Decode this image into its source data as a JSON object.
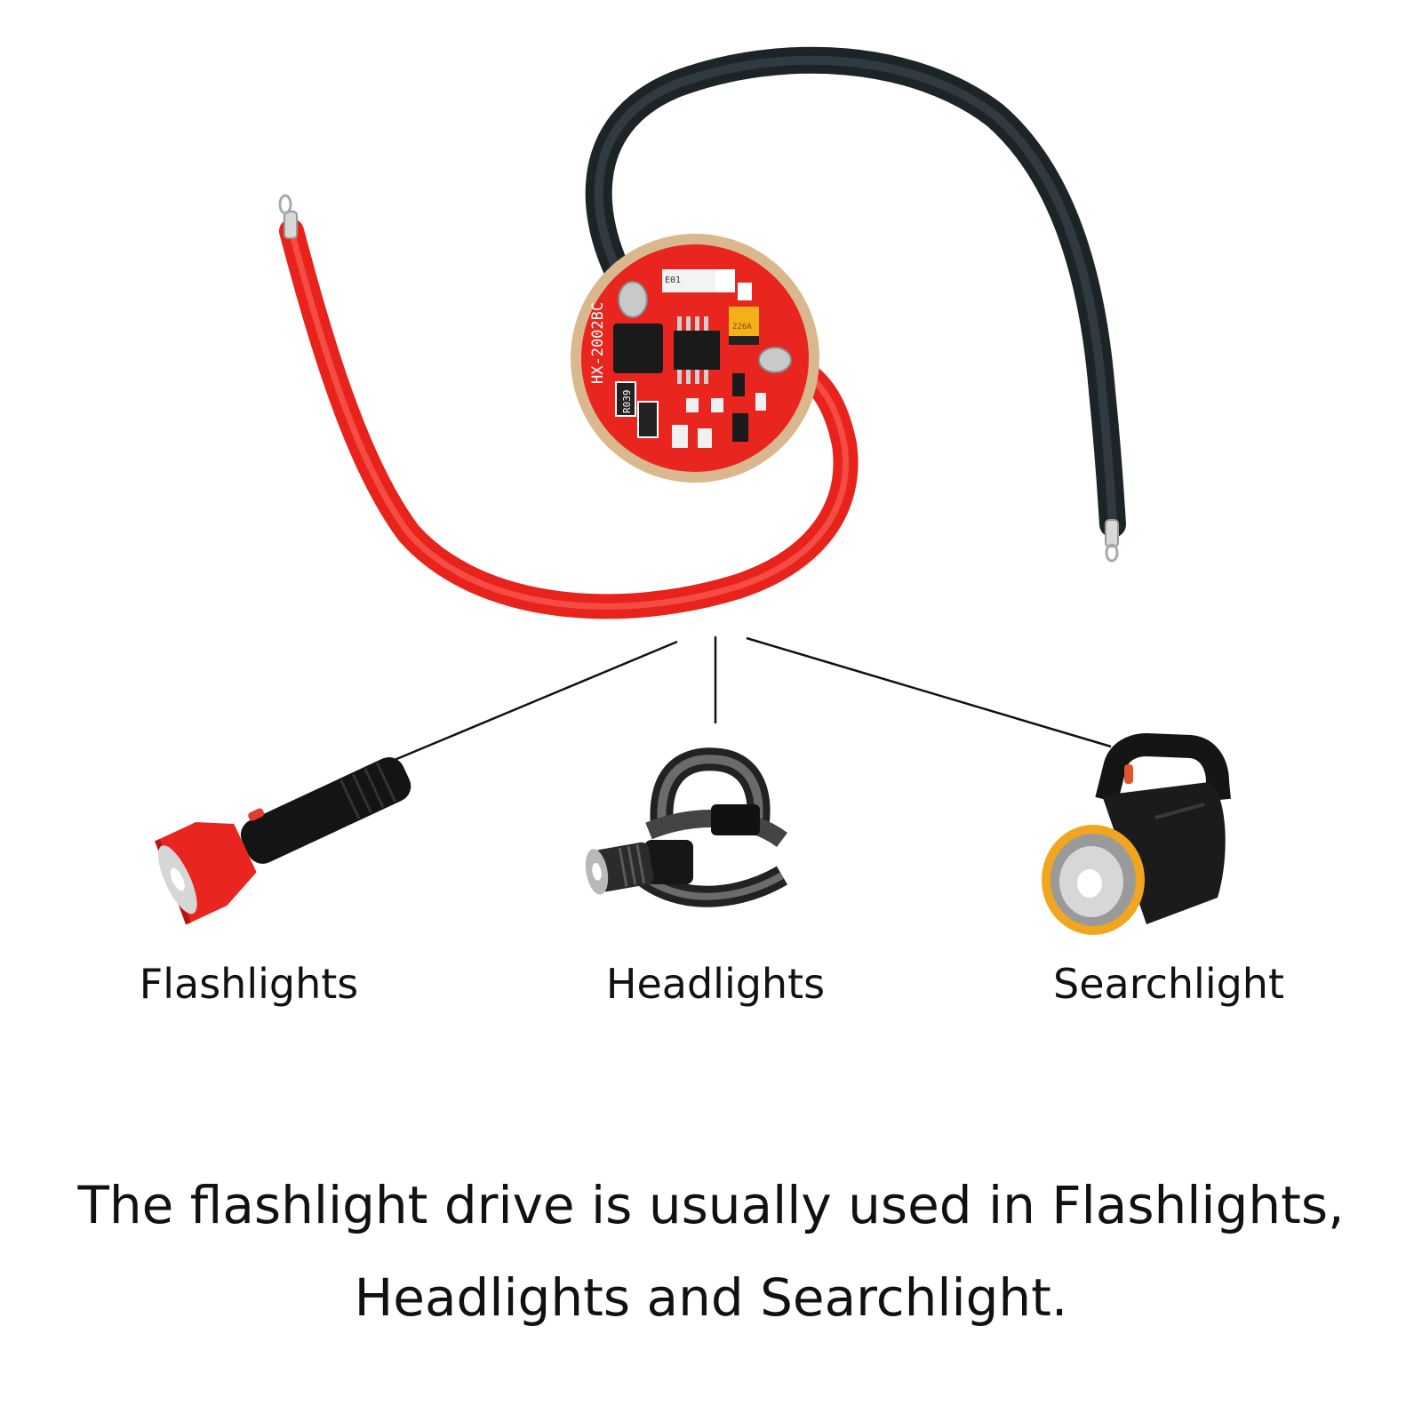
{
  "pcb": {
    "board_code": "HX-2002BC",
    "resistor_code": "R039",
    "small_code": "E01",
    "cap_code": "226A"
  },
  "products": [
    {
      "label": "Flashlights",
      "icon": "flashlight-icon"
    },
    {
      "label": "Headlights",
      "icon": "headlamp-icon"
    },
    {
      "label": "Searchlight",
      "icon": "searchlight-icon"
    }
  ],
  "caption": {
    "line1": "The flashlight drive is usually used in Flashlights,",
    "line2": "Headlights and Searchlight."
  },
  "colors": {
    "pcb": "#e8261f",
    "wire_red": "#ea2a24",
    "wire_black": "#2b3338"
  }
}
